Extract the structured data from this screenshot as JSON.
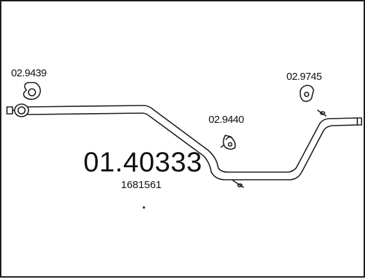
{
  "part_number": "01.40333",
  "oe_number": "1681561",
  "accessories": [
    {
      "ref": "02.9439",
      "icon": "gasket-ring-icon"
    },
    {
      "ref": "02.9440",
      "icon": "rubber-hanger-icon"
    },
    {
      "ref": "02.9745",
      "icon": "rubber-hanger-icon"
    }
  ],
  "colors": {
    "line": "#1a1a1a",
    "background": "#ffffff"
  }
}
